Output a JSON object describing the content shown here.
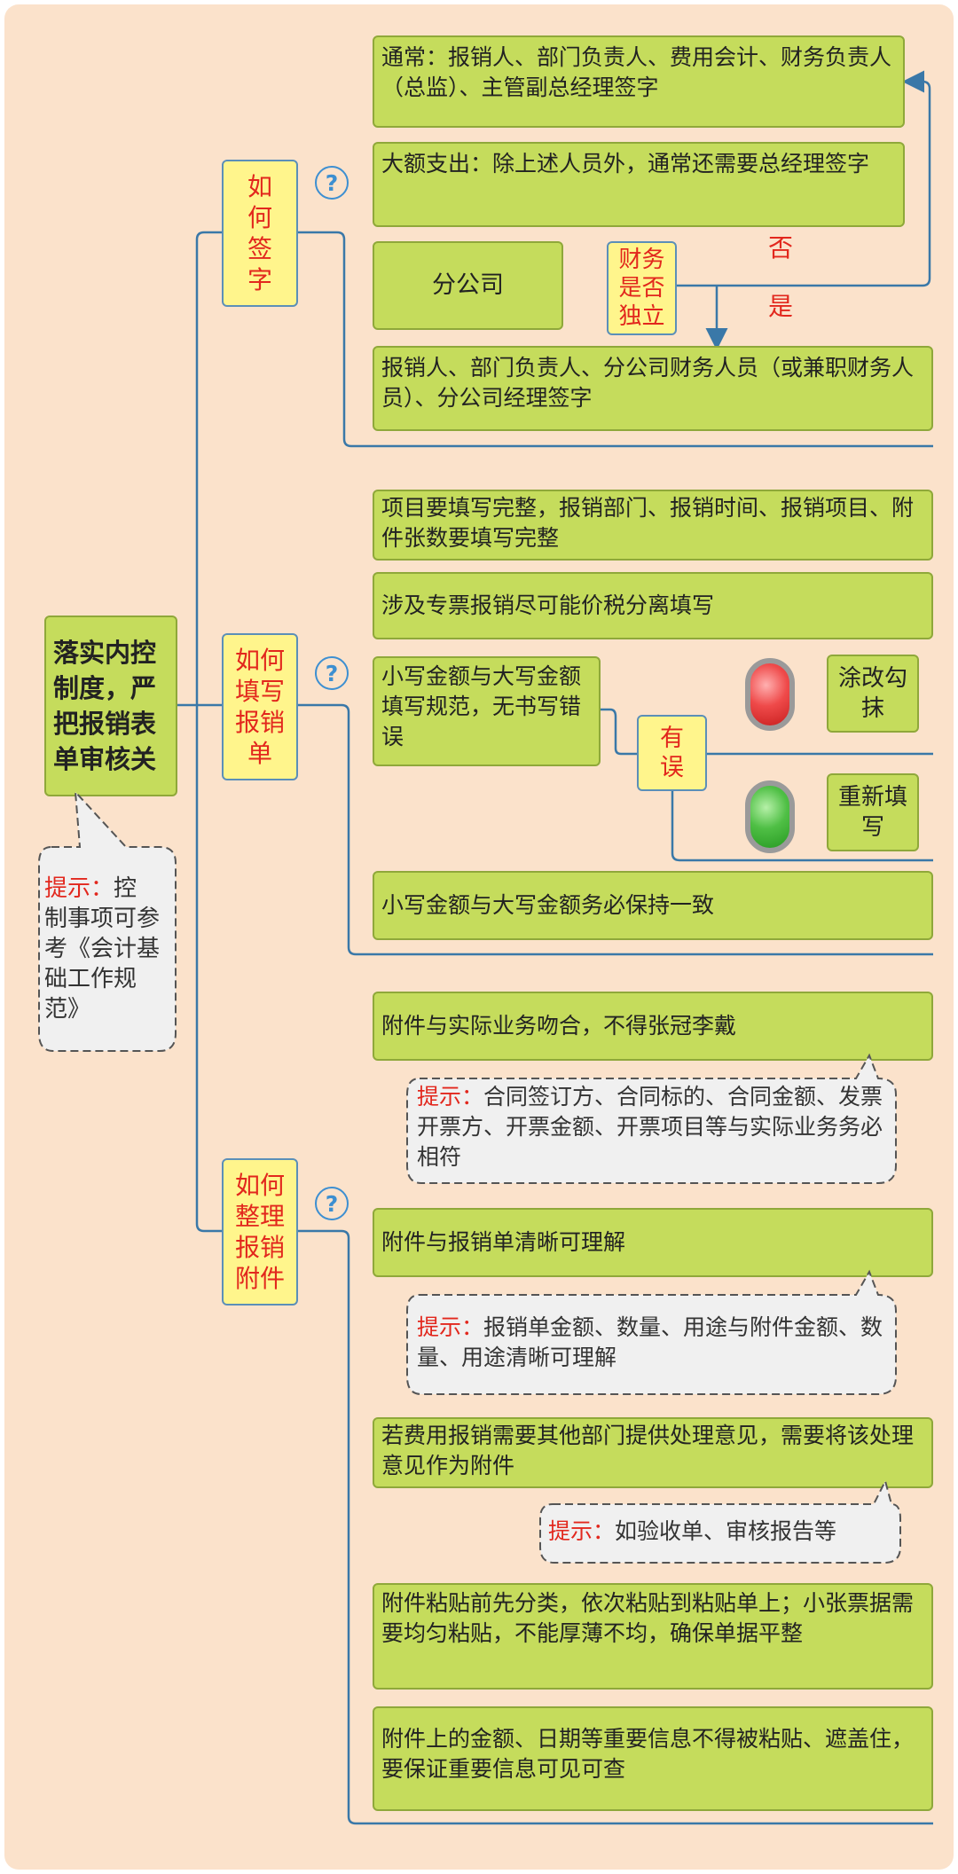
{
  "root": {
    "title": "落实内控制度，严把报销表单审核关"
  },
  "root_tip": {
    "label": "提示：",
    "text": "控制事项可参考《会计基础工作规范》"
  },
  "branches": [
    {
      "label": "如何签字"
    },
    {
      "label": "如何填写报销单"
    },
    {
      "label": "如何整理报销附件"
    }
  ],
  "question_mark": "?",
  "sign": {
    "normal": "通常：报销人、部门负责人、费用会计、财务负责人（总监）、主管副总经理签字",
    "large": "大额支出：除上述人员外，通常还需要总经理签字",
    "branch_office": "分公司",
    "decision": "财务是否独立",
    "no_label": "否",
    "yes_label": "是",
    "branch_sign": "报销人、部门负责人、分公司财务人员（或兼职财务人员）、分公司经理签字"
  },
  "fill": {
    "item1": "项目要填写完整，报销部门、报销时间、报销项目、附件张数要填写完整",
    "item2": "涉及专票报销尽可能价税分离填写",
    "item3": "小写金额与大写金额填写规范，无书写错误",
    "error_box": "有误",
    "red_action": "涂改勾抹",
    "green_action": "重新填写",
    "item4": "小写金额与大写金额务必保持一致"
  },
  "attach": {
    "item1": "附件与实际业务吻合，不得张冠李戴",
    "tip1": "合同签订方、合同标的、合同金额、发票开票方、开票金额、开票项目等与实际业务务必相符",
    "item2": "附件与报销单清晰可理解",
    "tip2": "报销单金额、数量、用途与附件金额、数量、用途清晰可理解",
    "item3": "若费用报销需要其他部门提供处理意见，需要将该处理意见作为附件",
    "tip3": "如验收单、审核报告等",
    "item4": "附件粘贴前先分类，依次粘贴到粘贴单上；小张票据需要均匀粘贴，不能厚薄不均，确保单据平整",
    "item5": "附件上的金额、日期等重要信息不得被粘贴、遮盖住，要保证重要信息可见可查"
  },
  "tip_label": "提示：",
  "colors": {
    "background": "#fbe2cb",
    "box_green": "#c5dc5c",
    "box_yellow": "#fff58c",
    "line_blue": "#3a78a8",
    "accent_red": "#e2271d"
  }
}
